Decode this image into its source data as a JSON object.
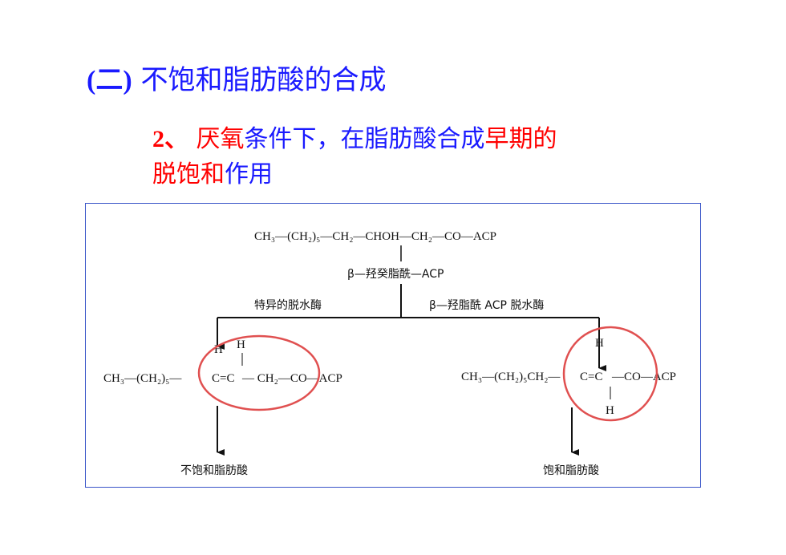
{
  "slide": {
    "heading_prefix": "(二)",
    "heading_text": "不饱和脂肪酸的合成",
    "point_number": "2、",
    "point_part1": "厌氧",
    "point_part2": "条件下，在脂肪酸合成",
    "point_part3": "早期的",
    "point_part4": "脱饱和",
    "point_part5": "作用"
  },
  "diagram": {
    "substrate": "CH₃—(CH₂)₅—CH₂—CHOH—CH₂—CO—ACP",
    "substrate_name": "β—羟癸脂酰—ACP",
    "enzyme_left": "特异的脱水酶",
    "enzyme_right": "β—羟脂酰 ACP 脱水酶",
    "left_chain": "CH₃—(CH₂)₅—",
    "left_core": "C=C",
    "left_tail": "— CH₂—CO—ACP",
    "left_h1": "H",
    "left_h2": "H",
    "right_chain": "CH₃—(CH₂)₅CH₂—",
    "right_core": "C=C",
    "right_tail": "—CO—ACP",
    "right_h_top": "H",
    "right_h_bottom": "H",
    "product_left": "不饱和脂肪酸",
    "product_right": "饱和脂肪酸",
    "circle_color": "#e05050",
    "frame_color": "#3a55c8"
  }
}
